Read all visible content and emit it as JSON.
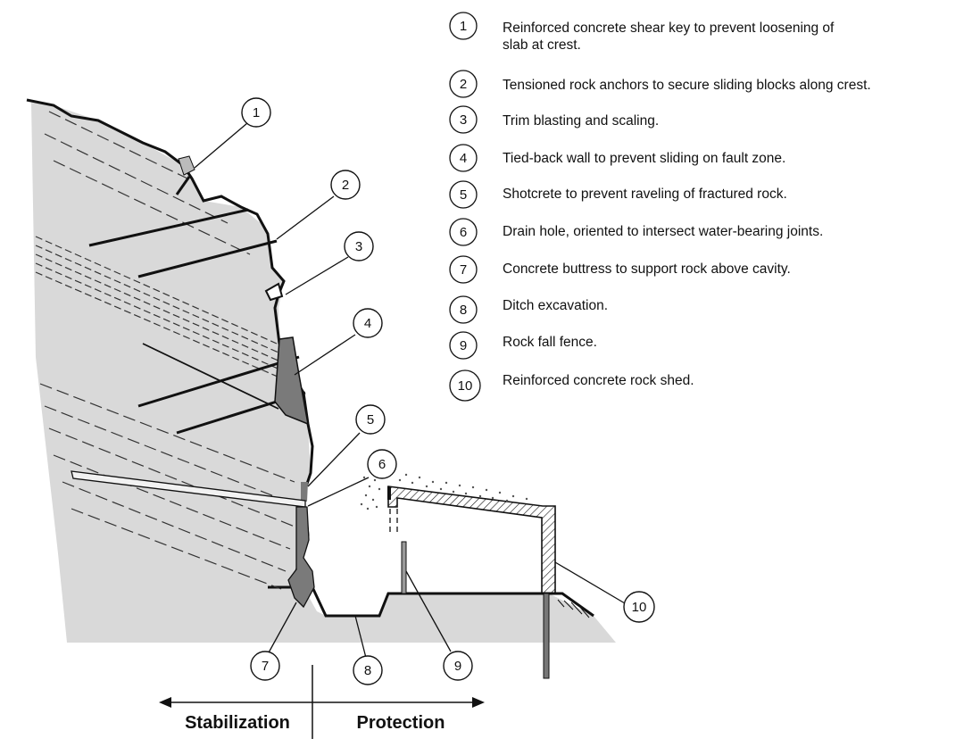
{
  "legend": {
    "items": [
      {
        "number": "1",
        "lines": [
          "Reinforced concrete shear key to prevent loosening of",
          "slab at crest."
        ]
      },
      {
        "number": "2",
        "lines": [
          "Tensioned rock anchors to secure sliding blocks along  crest."
        ]
      },
      {
        "number": "3",
        "lines": [
          "Trim blasting and scaling."
        ]
      },
      {
        "number": "4",
        "lines": [
          "Tied-back wall to prevent sliding on fault zone."
        ]
      },
      {
        "number": "5",
        "lines": [
          "Shotcrete to prevent raveling of fractured rock."
        ]
      },
      {
        "number": "6",
        "lines": [
          "Drain hole, oriented to intersect water-bearing joints."
        ]
      },
      {
        "number": "7",
        "lines": [
          "Concrete buttress to support rock above cavity."
        ]
      },
      {
        "number": "8",
        "lines": [
          "Ditch excavation."
        ]
      },
      {
        "number": "9",
        "lines": [
          "Rock fall fence."
        ]
      },
      {
        "number": "10",
        "lines": [
          "Reinforced concrete rock shed."
        ]
      }
    ]
  },
  "callouts": [
    "1",
    "2",
    "3",
    "4",
    "5",
    "6",
    "7",
    "8",
    "9",
    "10"
  ],
  "sections": {
    "left_label": "Stabilization",
    "right_label": "Protection"
  },
  "colors": {
    "rock": "#d9d9d9",
    "concrete": "#7a7a7a",
    "line": "#111111"
  }
}
